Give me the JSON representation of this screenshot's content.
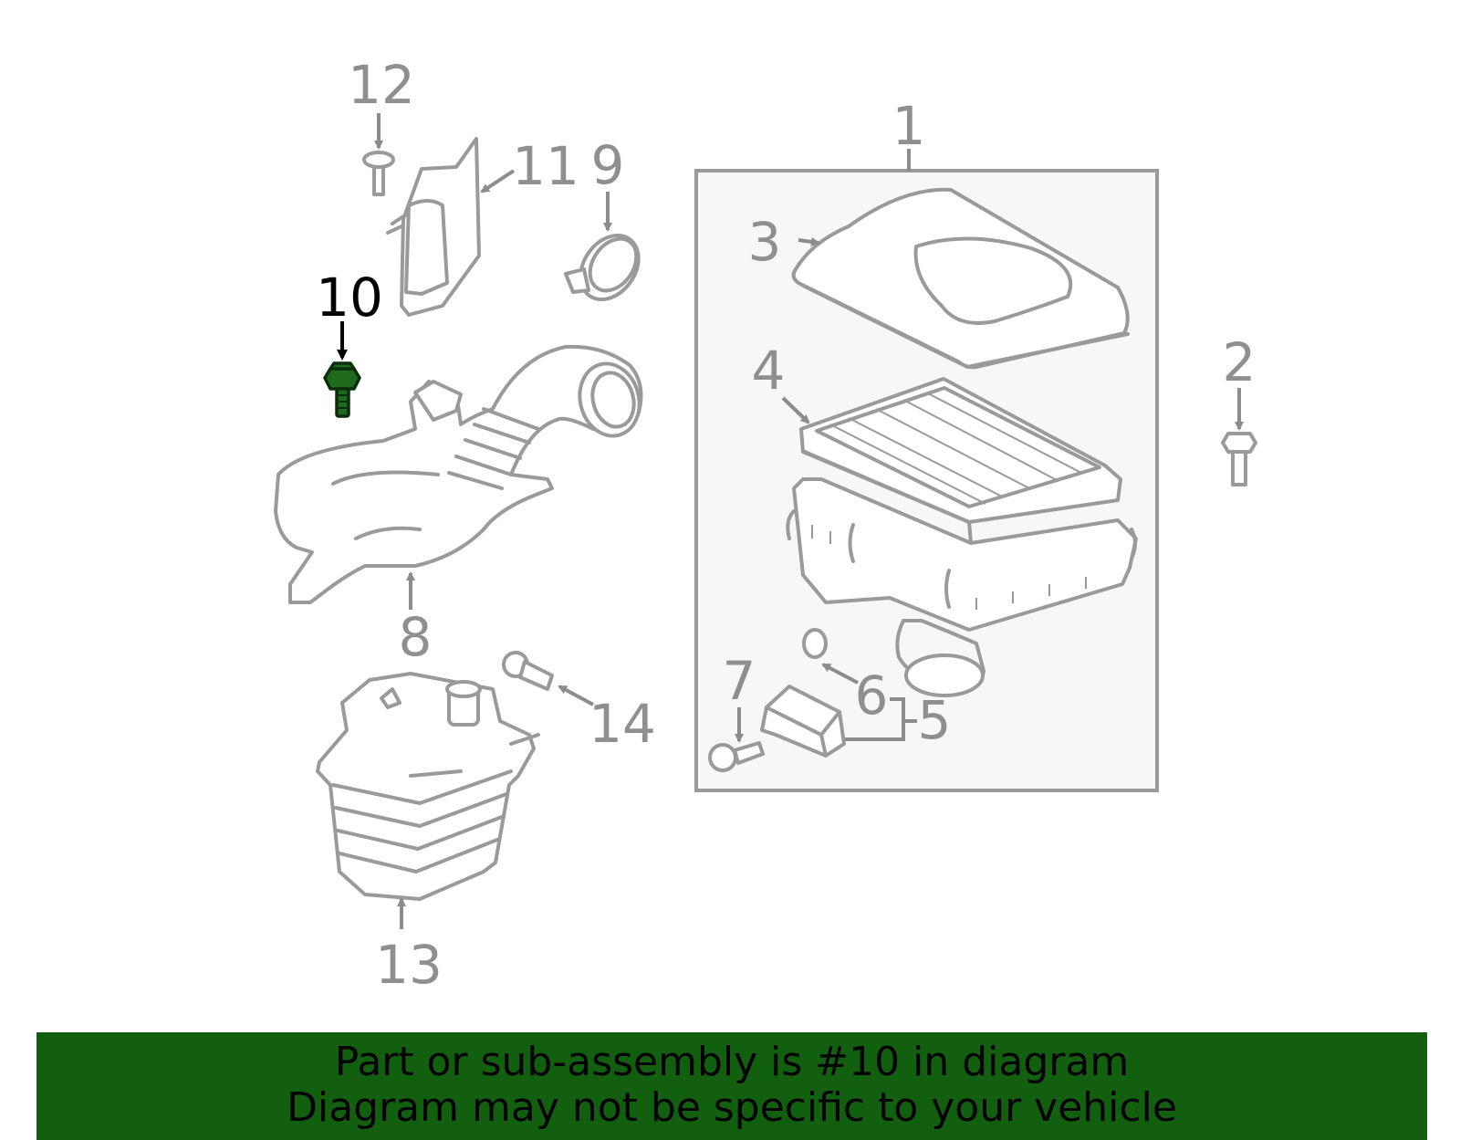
{
  "diagram": {
    "callouts": [
      {
        "id": "1",
        "label": "1"
      },
      {
        "id": "2",
        "label": "2"
      },
      {
        "id": "3",
        "label": "3"
      },
      {
        "id": "4",
        "label": "4"
      },
      {
        "id": "5",
        "label": "5"
      },
      {
        "id": "6",
        "label": "6"
      },
      {
        "id": "7",
        "label": "7"
      },
      {
        "id": "8",
        "label": "8"
      },
      {
        "id": "9",
        "label": "9"
      },
      {
        "id": "10",
        "label": "10"
      },
      {
        "id": "11",
        "label": "11"
      },
      {
        "id": "12",
        "label": "12"
      },
      {
        "id": "13",
        "label": "13"
      },
      {
        "id": "14",
        "label": "14"
      }
    ],
    "highlighted_part": "10",
    "colors": {
      "line": "#9a9a9a",
      "highlight_part": "#1e6b1e",
      "banner": "#12600f",
      "assembly_box": "#f7f7f7"
    }
  },
  "banner": {
    "line1": "Part or sub-assembly is #10 in diagram",
    "line2": "Diagram may not be specific to your vehicle"
  }
}
